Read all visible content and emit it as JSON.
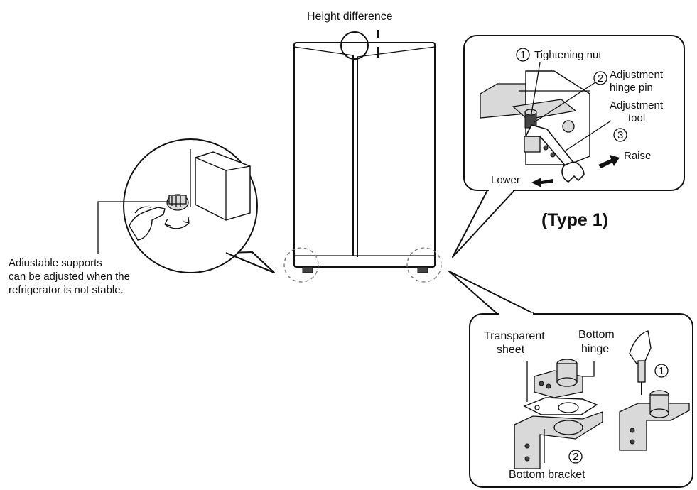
{
  "header": {
    "height_difference": "Height difference"
  },
  "left_callout": {
    "line1": "Adiustable supports",
    "line2": "can be adjusted when the",
    "line3": "refrigerator is not stable."
  },
  "type1_panel": {
    "num1": "1",
    "tightening_nut": "Tightening nut",
    "num2": "2",
    "adjustment_hinge_pin_1": "Adjustment",
    "adjustment_hinge_pin_2": "hinge pin",
    "adjustment_tool_1": "Adjustment",
    "adjustment_tool_2": "tool",
    "num3": "3",
    "raise": "Raise",
    "lower": "Lower",
    "type_label": "(Type 1)"
  },
  "bottom_panel": {
    "transparent_1": "Transparent",
    "transparent_2": "sheet",
    "bottom_hinge_1": "Bottom",
    "bottom_hinge_2": "hinge",
    "num1": "1",
    "num2": "2",
    "bottom_bracket": "Bottom bracket"
  }
}
